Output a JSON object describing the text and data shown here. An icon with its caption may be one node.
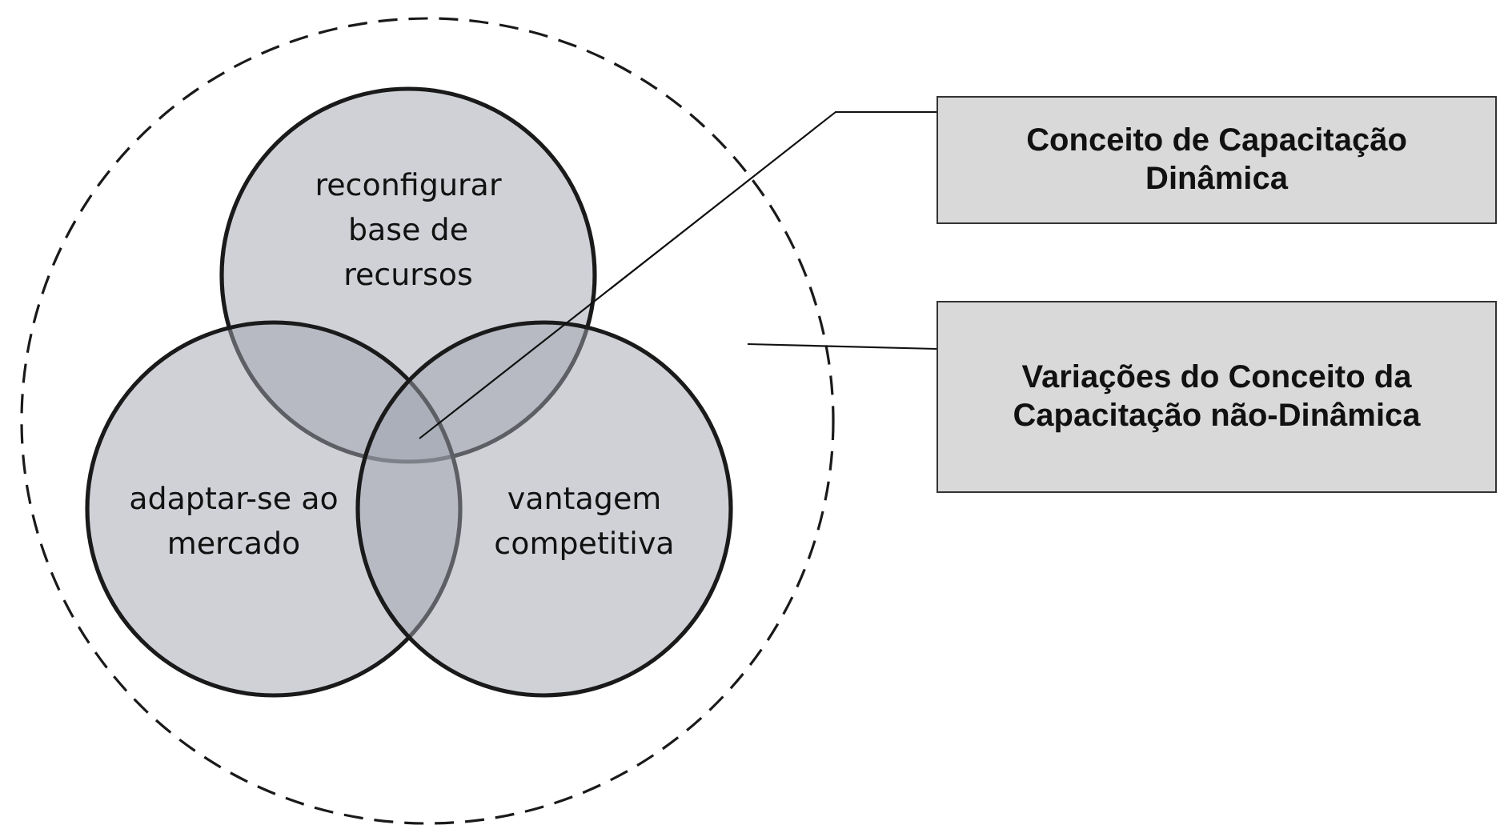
{
  "diagram": {
    "nodes": [
      {
        "text": [],
        "shape": "circle"
      },
      {
        "text": [
          "reconfigurar base de recursos"
        ],
        "in": 0
      },
      {
        "text": [
          "adaptar-se ao mercado"
        ],
        "in": 0
      },
      {
        "text": [
          "vantagem competitiva"
        ],
        "in": 0
      },
      {
        "text": [
          "Conceito de Capacitação Dinâmica"
        ]
      },
      {
        "text": [
          "Variações do Conceito da Capacitação não-Dinâmica"
        ]
      }
    ],
    "edges": [
      {
        "from": 4,
        "to": 1,
        "arrow": "none"
      },
      {
        "from": 5,
        "to": 0,
        "arrow": "none"
      }
    ]
  }
}
